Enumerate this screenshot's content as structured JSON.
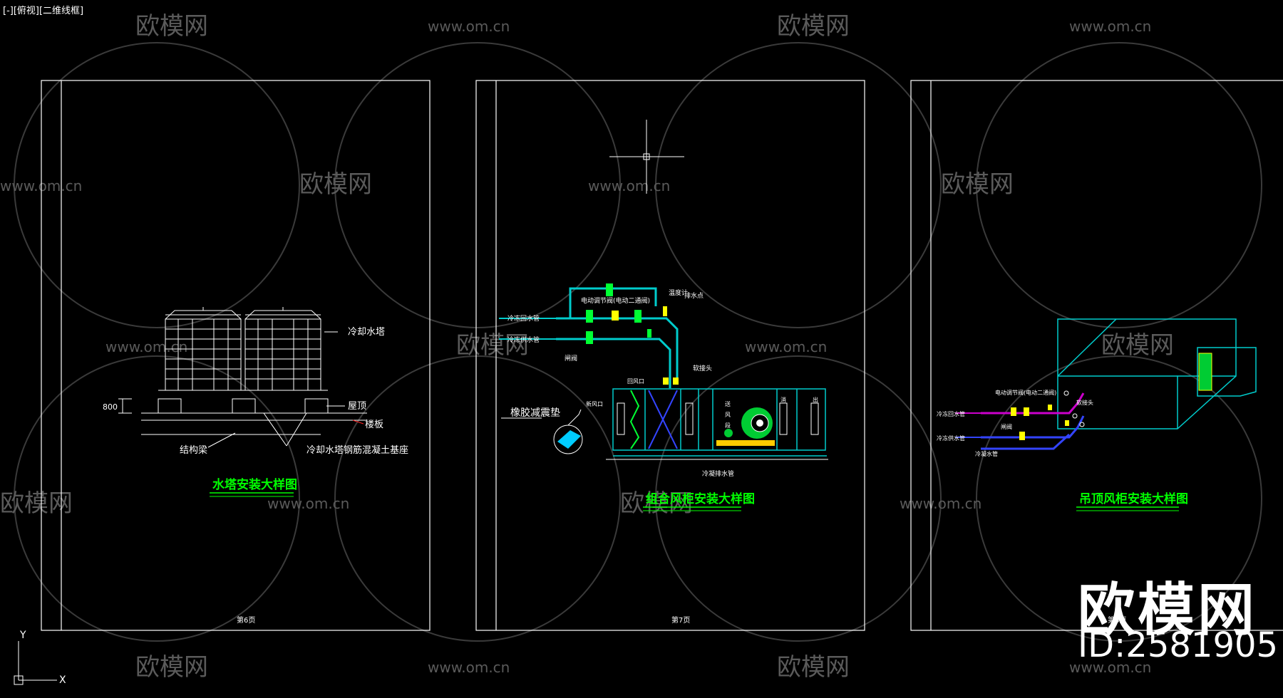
{
  "viewport": {
    "label": "[-][俯视][二维线框]"
  },
  "watermark": {
    "brand": "欧模网",
    "url": "www.om.cn",
    "id": "ID:2581905"
  },
  "ucs": {
    "x": "X",
    "y": "Y"
  },
  "colors": {
    "frame": "#ffffff",
    "title": "#00ff00",
    "cyan": "#00cccc",
    "green": "#00ff33",
    "yellow": "#ffff00",
    "magenta": "#ff00ff",
    "blue": "#3344ff"
  },
  "sheet1": {
    "title": "水塔安装大样图",
    "page": "第6页",
    "labels": {
      "tower": "冷却水塔",
      "roof": "屋顶",
      "slab": "楼板",
      "beam": "结构梁",
      "base": "冷却水塔钢筋混凝土基座",
      "dim": "800"
    }
  },
  "sheet2": {
    "title": "组合风柜安装大样图",
    "page": "第7页",
    "labels": {
      "valve_top": "电动调节阀(电动二通阀)",
      "thermo": "温度计",
      "drain": "排水点",
      "ret": "冷冻回水管",
      "sup": "冷冻供水管",
      "gate": "闸阀",
      "flex": "软接头",
      "pad": "橡胶减震垫",
      "cond": "冷凝排水管",
      "air_in": "回风口",
      "fresh": "新风口"
    }
  },
  "sheet3": {
    "title": "吊顶风柜安装大样图",
    "page": "第8页",
    "labels": {
      "valve": "电动调节阀(电动二通阀)",
      "flex": "软接头",
      "ret": "冷冻回水管",
      "sup": "冷冻供水管",
      "gate": "闸阀",
      "cond": "冷凝水管"
    }
  }
}
